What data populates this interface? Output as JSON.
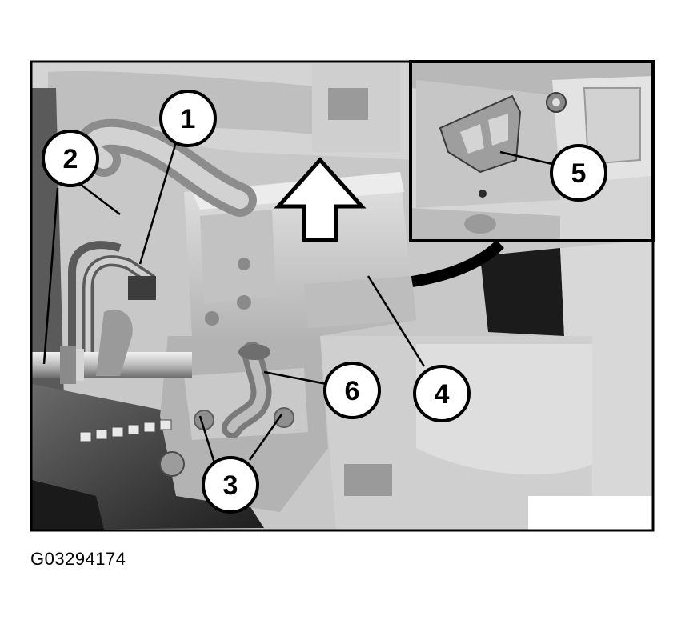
{
  "figure": {
    "id_label": "G03294174",
    "callouts": {
      "c1": "1",
      "c2": "2",
      "c3": "3",
      "c4": "4",
      "c5": "5",
      "c6": "6"
    },
    "colors": {
      "frame": "#000000",
      "background": "#ffffff",
      "part_light": "#d9d9d9",
      "part_mid": "#a6a6a6",
      "part_dark": "#3a3a3a"
    }
  }
}
